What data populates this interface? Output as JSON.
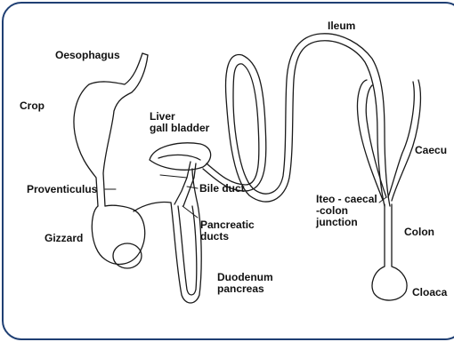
{
  "labels": {
    "oesophagus": "Oesophagus",
    "crop": "Crop",
    "liver": "Liver\ngall bladder",
    "proventiculus": "Proventiculus",
    "bile_duct": "Bile duct",
    "gizzard": "Gizzard",
    "pancreatic_ducts": "Pancreatic\nducts",
    "duodenum": "Duodenum\npancreas",
    "ileum": "Ileum",
    "caecum": "Caecu",
    "junction": "Iteo - caecal\n-colon\njunction",
    "colon": "Colon",
    "cloaca": "Cloaca"
  },
  "colors": {
    "frame": "#1f3f73",
    "stroke": "#1a1a1a"
  }
}
